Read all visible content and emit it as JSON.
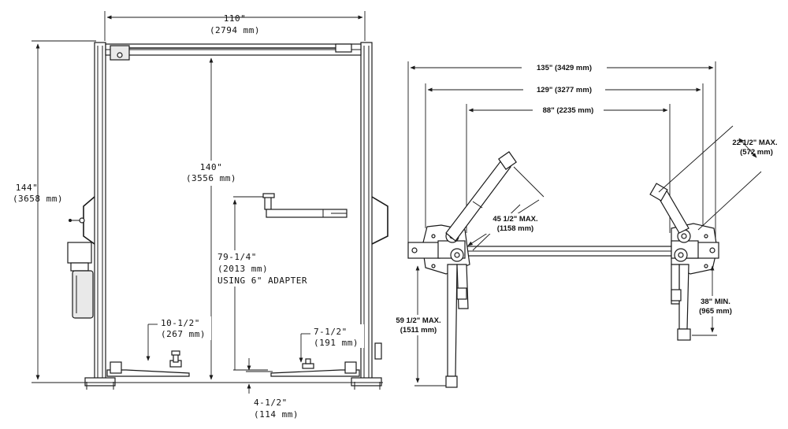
{
  "front_view": {
    "width_in": "110\"",
    "width_mm": "(2794 mm)",
    "height_in": "144\"",
    "height_mm": "(3658 mm)",
    "clearance_in": "140\"",
    "clearance_mm": "(3556 mm)",
    "arm_height_in": "79-1/4\"",
    "arm_height_mm": "(2013 mm)",
    "arm_height_note": "USING 6\" ADAPTER",
    "pad_left_in": "10-1/2\"",
    "pad_left_mm": "(267 mm)",
    "pad_right_in": "7-1/2\"",
    "pad_right_mm": "(191 mm)",
    "base_in": "4-1/2\"",
    "base_mm": "(114 mm)"
  },
  "top_view": {
    "overall": "135\" (3429 mm)",
    "outside_columns": "129\" (3277 mm)",
    "inside_columns": "88\" (2235 mm)",
    "short_arm_max_in": "22 1/2\" MAX.",
    "short_arm_max_mm": "(572 mm)",
    "long_arm_max_in": "45 1/2\" MAX.",
    "long_arm_max_mm": "(1158 mm)",
    "arm_reach_min_in": "38\" MIN.",
    "arm_reach_min_mm": "(965 mm)",
    "arm_reach_max_in": "59 1/2\" MAX.",
    "arm_reach_max_mm": "(1511 mm)"
  },
  "colors": {
    "ink": "#1a1a1a",
    "paper": "#ffffff",
    "shade": "#e9e9e9"
  }
}
